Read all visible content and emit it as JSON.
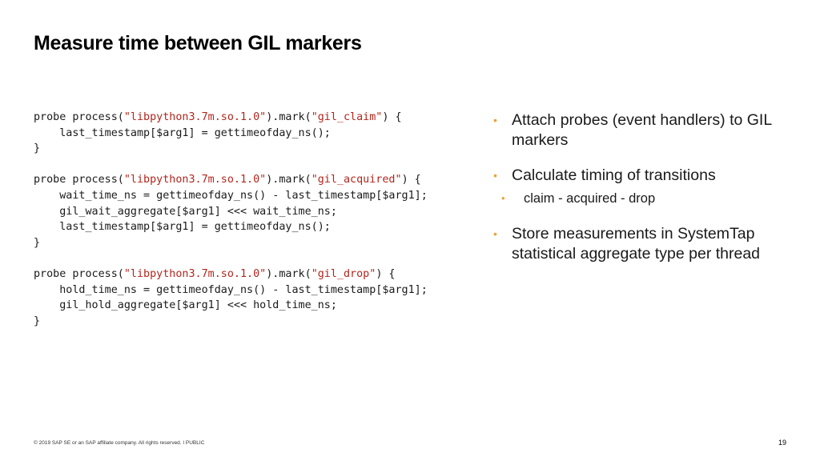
{
  "slide": {
    "title": "Measure time between GIL markers",
    "footer": "© 2019 SAP SE or an SAP affiliate company. All rights reserved.  ǀ  PUBLIC",
    "page_number": "19"
  },
  "code": {
    "l1_a": "probe process(",
    "l1_s1": "\"libpython3.7m.so.1.0\"",
    "l1_b": ").mark(",
    "l1_s2": "\"gil_claim\"",
    "l1_c": ") {",
    "l2": "    last_timestamp[$arg1] = gettimeofday_ns();",
    "l3": "}",
    "l4": "",
    "l5_a": "probe process(",
    "l5_s1": "\"libpython3.7m.so.1.0\"",
    "l5_b": ").mark(",
    "l5_s2": "\"gil_acquired\"",
    "l5_c": ") {",
    "l6": "    wait_time_ns = gettimeofday_ns() - last_timestamp[$arg1];",
    "l7": "    gil_wait_aggregate[$arg1] <<< wait_time_ns;",
    "l8": "    last_timestamp[$arg1] = gettimeofday_ns();",
    "l9": "}",
    "l10": "",
    "l11_a": "probe process(",
    "l11_s1": "\"libpython3.7m.so.1.0\"",
    "l11_b": ").mark(",
    "l11_s2": "\"gil_drop\"",
    "l11_c": ") {",
    "l12": "    hold_time_ns = gettimeofday_ns() - last_timestamp[$arg1];",
    "l13": "    gil_hold_aggregate[$arg1] <<< hold_time_ns;",
    "l14": "}"
  },
  "bullets": {
    "b1": "Attach probes (event handlers) to GIL markers",
    "b2": "Calculate timing of transitions",
    "b2_sub": "claim - acquired - drop",
    "b3": "Store measurements  in SystemTap statistical aggregate type per thread",
    "dot": "•"
  },
  "colors": {
    "bullet_accent": "#e8a33a",
    "code_string": "#b3261e"
  }
}
